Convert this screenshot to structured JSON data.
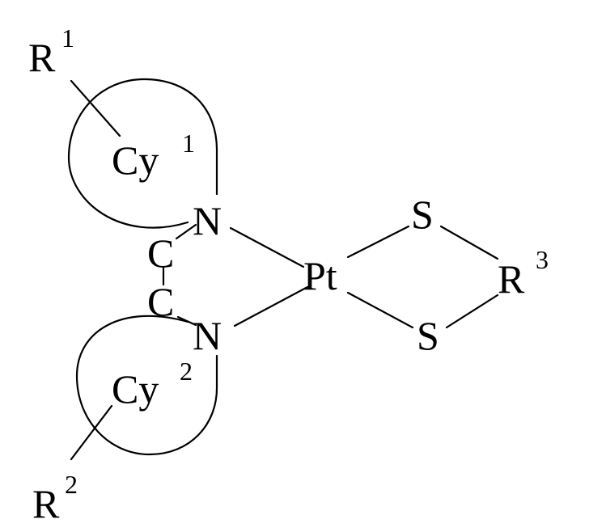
{
  "structure": {
    "atoms": {
      "r1": {
        "symbol": "R",
        "sup": "1"
      },
      "cy1": {
        "symbol": "Cy",
        "sup": "1"
      },
      "n1": {
        "symbol": "N"
      },
      "c1": {
        "symbol": "C"
      },
      "c2": {
        "symbol": "C"
      },
      "n2": {
        "symbol": "N"
      },
      "cy2": {
        "symbol": "Cy",
        "sup": "2"
      },
      "r2": {
        "symbol": "R",
        "sup": "2"
      },
      "pt": {
        "symbol": "Pt"
      },
      "s1": {
        "symbol": "S"
      },
      "s2": {
        "symbol": "S"
      },
      "r3": {
        "symbol": "R",
        "sup": "3"
      }
    }
  }
}
